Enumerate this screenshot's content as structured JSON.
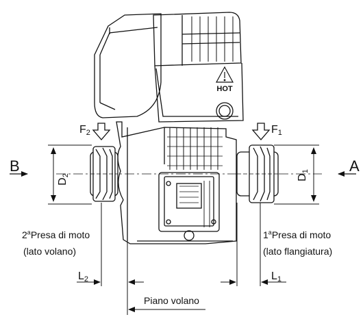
{
  "labels": {
    "view_b": "B",
    "view_a": "A",
    "force_2": "F2",
    "force_1": "F1",
    "diameter_2": "D2",
    "diameter_1": "D1",
    "length_2": "L2",
    "length_1": "L1",
    "hot_warning": "HOT",
    "flywheel_plane": "Piano volano",
    "pto_2_ordinal": "2",
    "pto_2_sup": "a",
    "pto_2_line1": "Presa di moto",
    "pto_2_line2": "(lato volano)",
    "pto_1_ordinal": "1",
    "pto_1_sup": "a",
    "pto_1_line1": "Presa di moto",
    "pto_1_line2": "(lato flangiatura)"
  },
  "colors": {
    "line": "#111111",
    "background": "#ffffff"
  }
}
